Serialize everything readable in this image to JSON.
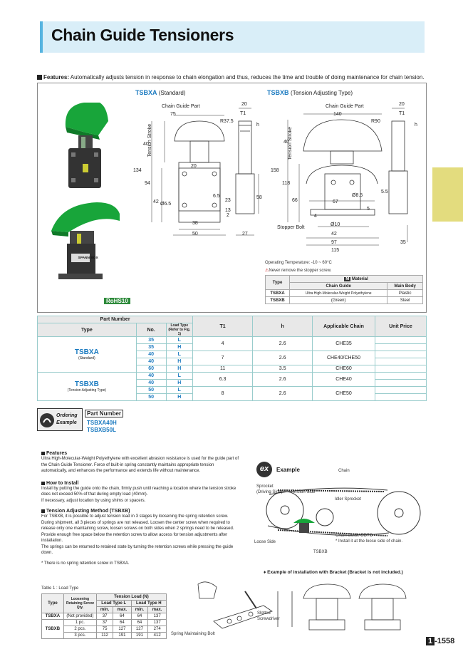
{
  "title": "Chain Guide Tensioners",
  "features_header": "Features:",
  "features_text": "Automatically adjusts tension in response to chain elongation and thus, reduces the time and trouble of doing maintenance for chain tension.",
  "tsbxa_label": "TSBXA",
  "tsbxa_sub": "(Standard)",
  "tsbxb_label": "TSBXB",
  "tsbxb_sub": "(Tension Adjusting Type)",
  "rohs": "RoHS10",
  "product_text": "SPANN BOX",
  "dims_a": {
    "chain_guide_part": "Chain Guide Part",
    "tension_stroke": "Tension Stroke",
    "d75": "75",
    "r375": "R37.5",
    "d20a": "20",
    "t1": "T1",
    "h": "h",
    "d40": "40",
    "d134": "134",
    "d94": "94",
    "d42": "42",
    "d65": "6.5",
    "phi65": "Ø6.5",
    "d20b": "20",
    "d23": "23",
    "d13": "13",
    "d2": "2",
    "d58": "58",
    "d38": "38",
    "d50": "50",
    "d27": "27"
  },
  "dims_b": {
    "chain_guide_part": "Chain Guide Part",
    "tension_stroke": "Tension Stroke",
    "d140": "140",
    "r90": "R90",
    "d20": "20",
    "t1": "T1",
    "h": "h",
    "d40": "40",
    "d158": "158",
    "d118": "118",
    "d66": "66",
    "d67": "67",
    "phi85": "Ø8.5",
    "phi10": "Ø10",
    "d4": "4",
    "d42": "42",
    "d97": "97",
    "d115": "115",
    "d55": "5.5",
    "d5": "5",
    "d35": "35",
    "stopper": "Stopper Bolt"
  },
  "operating_temp": "Operating Temperature: -10 ~ 60°C",
  "warning": "Never remove the stopper screw.",
  "material": {
    "header_m": "M",
    "header": "Material",
    "col_type": "Type",
    "col_guide": "Chain Guide",
    "col_body": "Main Body",
    "rows": [
      {
        "type": "TSBXA",
        "guide": "Ultra High-Molecular-Weight Polyethylene",
        "body": "Plastic"
      },
      {
        "type": "TSBXB",
        "guide": "(Green)",
        "body": "Steel"
      }
    ]
  },
  "part_table": {
    "h_part_number": "Part Number",
    "h_type": "Type",
    "h_no": "No.",
    "h_load": "Load Type (Refer to Fig. 1)",
    "h_t1": "T1",
    "h_h": "h",
    "h_chain": "Applicable Chain",
    "h_price": "Unit Price",
    "type_a": "TSBXA",
    "type_a_sub": "(Standard)",
    "type_b": "TSBXB",
    "type_b_sub": "(Tension Adjusting Type)",
    "rows": [
      {
        "no": "35",
        "load": "L"
      },
      {
        "no": "35",
        "load": "H"
      },
      {
        "no": "40",
        "load": "L"
      },
      {
        "no": "40",
        "load": "H"
      },
      {
        "no": "60",
        "load": "H"
      },
      {
        "no": "40",
        "load": "L"
      },
      {
        "no": "40",
        "load": "H"
      },
      {
        "no": "50",
        "load": "L"
      },
      {
        "no": "50",
        "load": "H"
      }
    ],
    "groups": [
      {
        "t1": "4",
        "h": "2.6",
        "chain": "CHE35"
      },
      {
        "t1": "7",
        "h": "2.6",
        "chain": "CHE40/CHE50"
      },
      {
        "t1": "11",
        "h": "3.5",
        "chain": "CHE60"
      },
      {
        "t1": "6.3",
        "h": "2.6",
        "chain": "CHE40"
      },
      {
        "t1": "8",
        "h": "2.6",
        "chain": "CHE50"
      }
    ]
  },
  "ordering": {
    "label1": "Ordering",
    "label2": "Example",
    "header": "Part Number",
    "ex1": "TSBXA40H",
    "ex2": "TSBXB50L"
  },
  "sections": {
    "features_h": "Features",
    "features_p": "Ultra High-Molecular-Weight Polyethylene with excellent abrasion resistance is used for the guide part of the Chain Guide Tensioner. Force of built-in spring constantly maintains appropriate tension automatically, and enhances the performance and extends life without maintenance.",
    "install_h": "How to Install",
    "install_p1": "Install by putting the guide onto the chain, firmly push until reaching a location where the tension stroke does not exceed 50% of that during empty load (40mm).",
    "install_p2": "If necessary, adjust location by using shims or spacers.",
    "tam_h": "Tension Adjusting Method (TSBXB)",
    "tam_p1": "For TSBXB, it is possible to adjust tension load in 3 stages by loosening the spring retention screw. During shipment, all 3 pieces of springs are not released. Loosen the center screw when required to release only one maintaining screw, loosen screws on both sides when 2 springs need to be released. Provide enough free space below the retention screw to allow access for tension adjustments after installation.",
    "tam_p2": "The springs can be returned to retained state by turning the retention screws while pressing the guide down.",
    "note": "* There is no spring retention screw in TSBXA."
  },
  "example": {
    "badge": "ex",
    "label": "Example",
    "chain": "Chain",
    "sprocket": "Sprocket",
    "driving": "(Driving Side)",
    "tension_side": "Tension Side",
    "idler": "Idler Sprocket",
    "guide_note": "Chain Guide GDTC",
    "guide_note2": "* Install it at the loose side of chain.",
    "loose": "Loose Side",
    "tsbxb": "TSBXB"
  },
  "bracket_title": "Example of installation with Bracket (Bracket is not included.)",
  "bracket_labels": {
    "slotted": "Slotted",
    "screwdriver": "Screwdriver",
    "spring_bolt": "Spring Maintaining Bolt"
  },
  "load_table": {
    "caption": "Table 1 : Load Type",
    "h_type": "Type",
    "h_qty": "Loosening Retaining Screw Qty.",
    "h_tension": "Tension Load (N)",
    "h_l": "Load Type L",
    "h_h": "Load Type H",
    "h_min": "min.",
    "h_max": "max.",
    "rows": [
      {
        "type": "TSBXA",
        "qty": "(Not provided)",
        "lmin": "37",
        "lmax": "64",
        "hmin": "64",
        "hmax": "137"
      },
      {
        "type": "TSBXB",
        "qty": "1 pc.",
        "lmin": "37",
        "lmax": "64",
        "hmin": "64",
        "hmax": "137"
      },
      {
        "type": "",
        "qty": "2 pcs.",
        "lmin": "75",
        "lmax": "127",
        "hmin": "127",
        "hmax": "274"
      },
      {
        "type": "",
        "qty": "3 pcs.",
        "lmin": "112",
        "lmax": "191",
        "hmin": "191",
        "hmax": "412"
      }
    ]
  },
  "page_box": "1",
  "page_num": "-1558",
  "colors": {
    "accent": "#1a7ac0",
    "guide_green": "#18a53a",
    "side_tab": "#e3dc7e",
    "title_bg": "#d9eef8"
  }
}
